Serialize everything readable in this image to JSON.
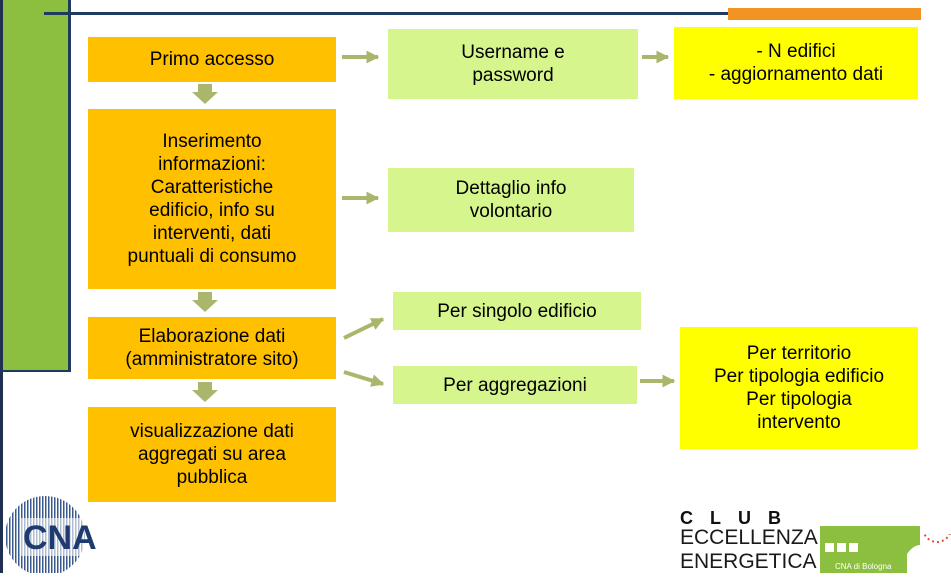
{
  "boxes": {
    "primo_accesso": "Primo accesso",
    "username": "Username e\npassword",
    "n_edifici": "- N edifici\n- aggiornamento dati",
    "inserimento": "Inserimento\ninformazioni:\nCaratteristiche\nedificio, info su\ninterventi, dati\npuntuali di consumo",
    "dettaglio": "Dettaglio info\nvolontario",
    "elaborazione": "Elaborazione dati\n(amministratore sito)",
    "per_singolo": "Per singolo edificio",
    "per_aggregazioni": "Per aggregazioni",
    "per_territorio": "Per territorio\nPer tipologia edificio\nPer tipologia\nintervento",
    "visualizzazione": "visualizzazione dati\naggregati su area\npubblica"
  },
  "logos": {
    "cna": "CNA",
    "club": "CLUB",
    "eccellenza": "ECCELLENZA",
    "energetica": "ENERGETICA",
    "cna_bologna": "CNA di Bologna"
  },
  "colors": {
    "orange": "#ffc000",
    "light_green": "#d6f58c",
    "yellow": "#ffff00",
    "green_bar": "#8cbf3f",
    "navy": "#1f3a5f",
    "arrow": "#a9b66b"
  }
}
